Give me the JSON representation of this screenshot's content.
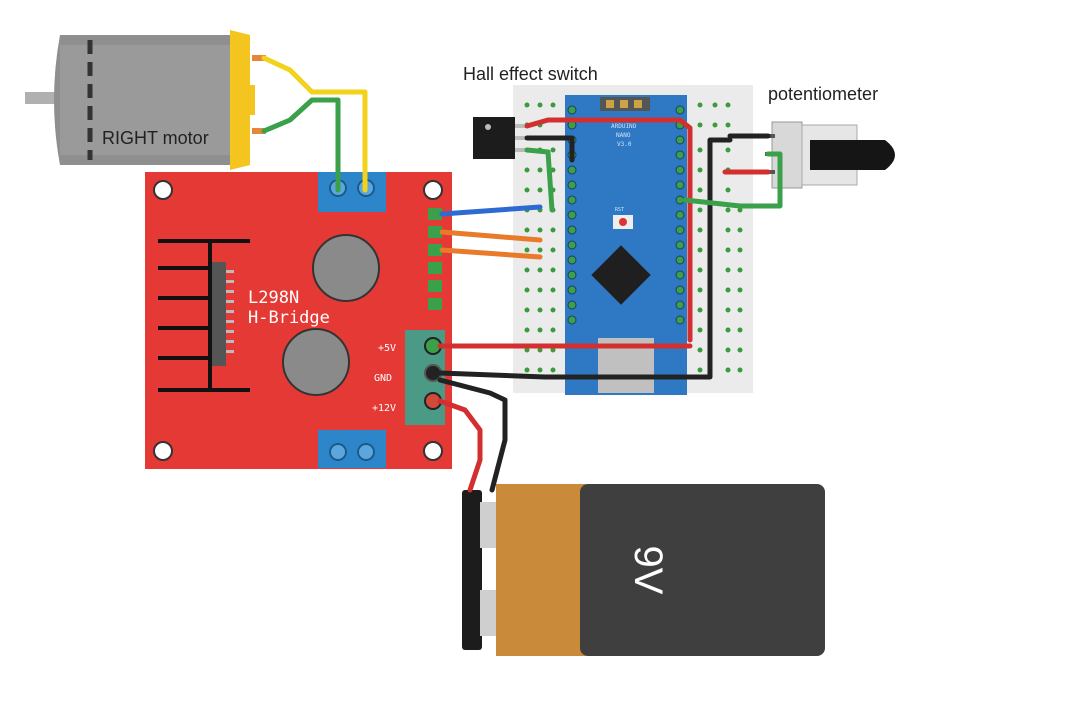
{
  "labels": {
    "hall": "Hall effect switch",
    "pot": "potentiometer",
    "motor": "RIGHT motor",
    "driver_line1": "L298N",
    "driver_line2": "H-Bridge",
    "pin_5v": "+5V",
    "pin_gnd": "GND",
    "pin_12v": "+12V",
    "battery": "9V",
    "nano_line1": "ARDUINO",
    "nano_line2": "NANO",
    "nano_line3": "V3.0",
    "nano_rst": "RST"
  },
  "colors": {
    "board_red": "#e53935",
    "breadboard": "#ebebeb",
    "nano_blue": "#2f79c4",
    "wire_red": "#d32f2f",
    "wire_black": "#222222",
    "wire_green": "#3aa04a",
    "wire_yellow": "#f2d21b",
    "wire_blue": "#2d6bd3",
    "wire_orange": "#e87a2a"
  }
}
